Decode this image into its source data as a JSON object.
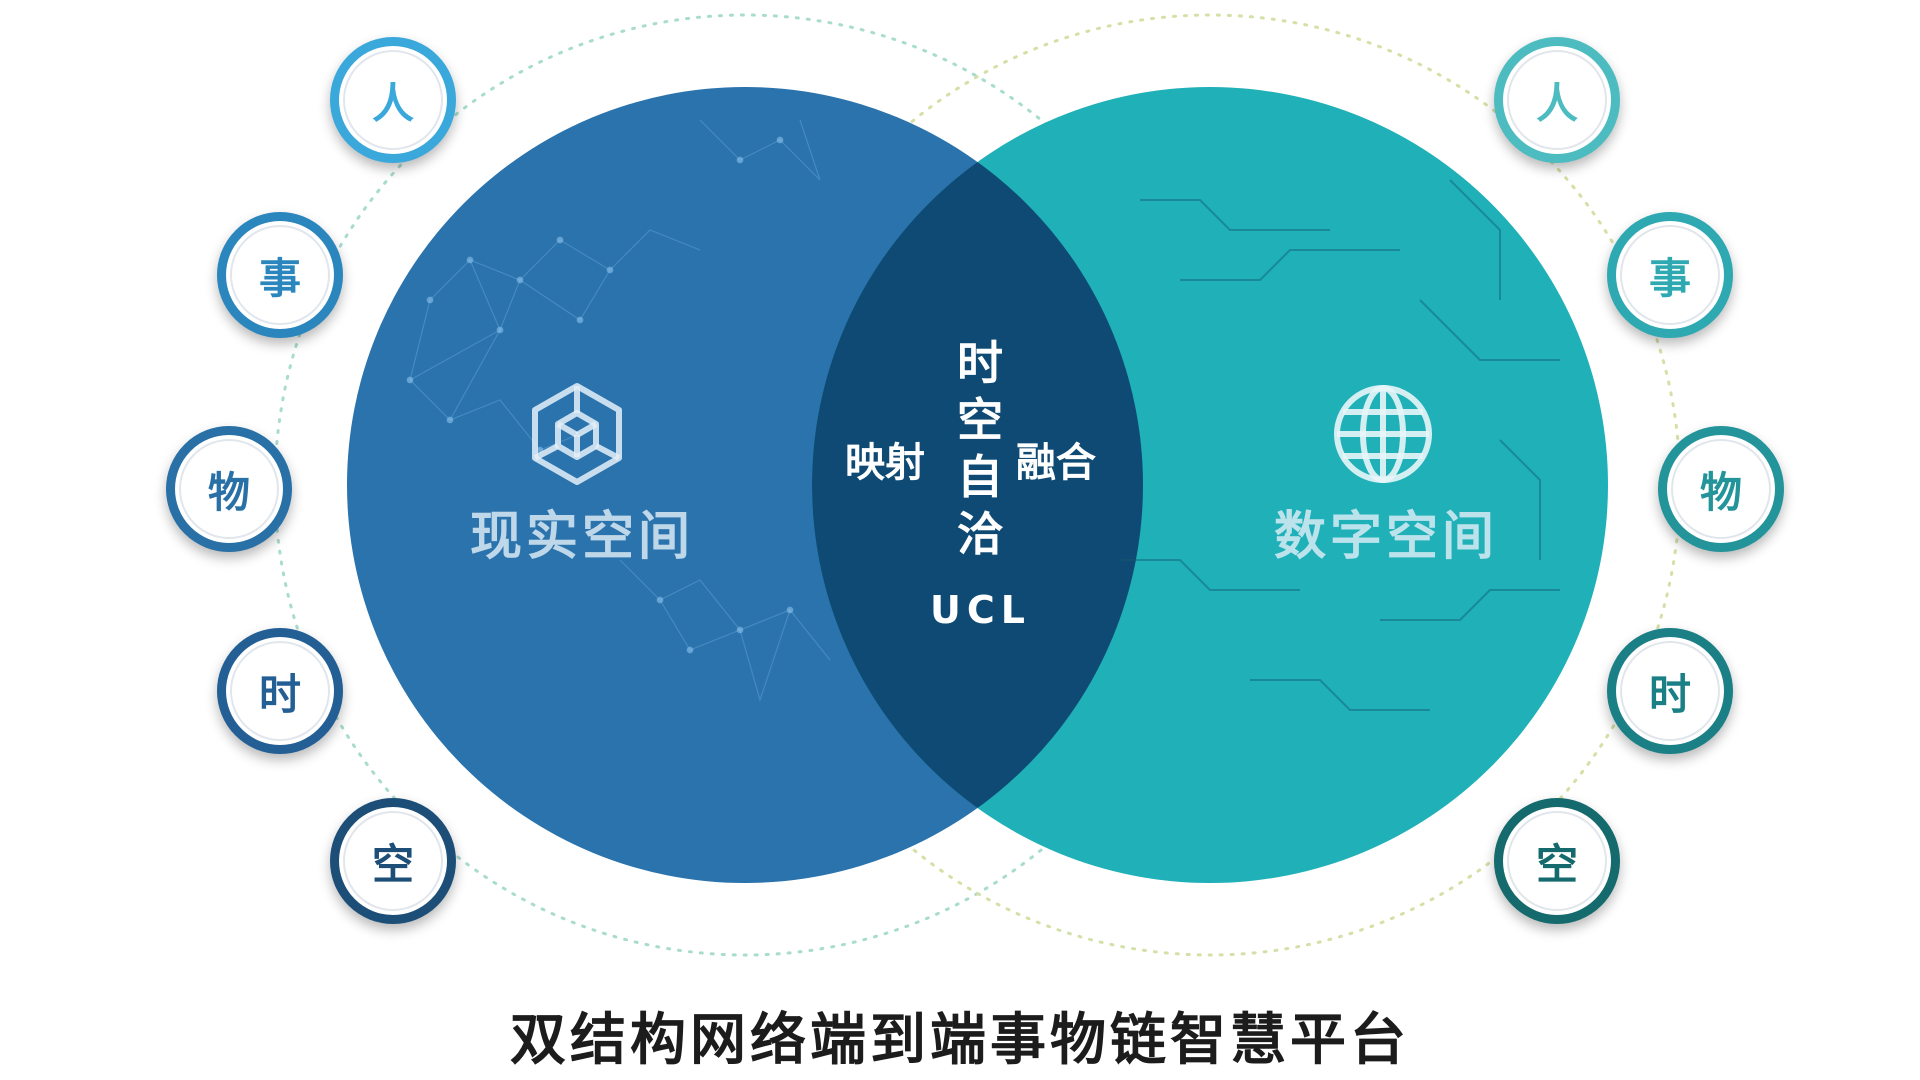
{
  "colors": {
    "left_circle": "#2a73ad",
    "right_circle": "#1fb0b8",
    "overlap": "#0f4a74",
    "left_ring_dots": "#a8dccd",
    "right_ring_dots": "#d3e0a6",
    "caption": "#1c1c1c"
  },
  "left_nodes": [
    {
      "label": "人",
      "color": "#3aa8db"
    },
    {
      "label": "事",
      "color": "#2b86bd"
    },
    {
      "label": "物",
      "color": "#2870a5"
    },
    {
      "label": "时",
      "color": "#235f94"
    },
    {
      "label": "空",
      "color": "#1d4e78"
    }
  ],
  "right_nodes": [
    {
      "label": "人",
      "color": "#4dbcc1"
    },
    {
      "label": "事",
      "color": "#2ea9b2"
    },
    {
      "label": "物",
      "color": "#22949a"
    },
    {
      "label": "时",
      "color": "#1b7f86"
    },
    {
      "label": "空",
      "color": "#146a6c"
    }
  ],
  "left_space": {
    "label": "现实空间",
    "icon": "cube-icon"
  },
  "right_space": {
    "label": "数字空间",
    "icon": "globe-icon"
  },
  "center": {
    "vertical_text": "时空自洽",
    "ucl": "UCL",
    "left_text": "映射",
    "right_text": "融合"
  },
  "caption": "双结构网络端到端事物链智慧平台"
}
